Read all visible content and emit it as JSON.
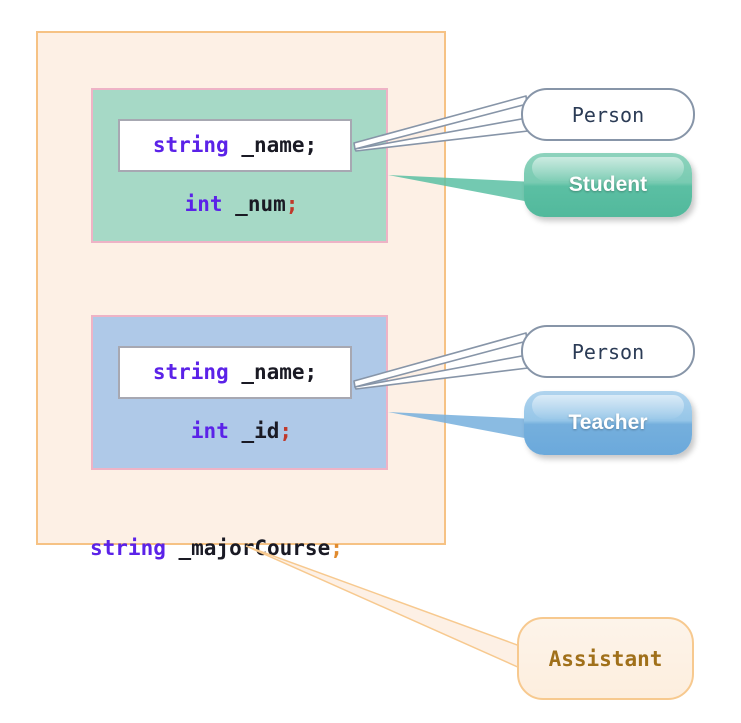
{
  "diagram": {
    "title": "Class composition diagram",
    "outer_class": {
      "name": "Assistant",
      "own_field": {
        "keyword": "string",
        "identifier": " _majorCourse",
        "terminator": ";"
      }
    },
    "members": [
      {
        "id": "student-member",
        "base_class": "Person",
        "derived_class": "Student",
        "inherited_field": {
          "keyword": "string",
          "identifier": " _name",
          "terminator": ";"
        },
        "own_field": {
          "keyword": "int",
          "identifier": " _num",
          "terminator": ";"
        },
        "box_fill": "#a6d9c6",
        "box_border": "#eeb3c6",
        "pill_color": "#5bbfa3"
      },
      {
        "id": "teacher-member",
        "base_class": "Person",
        "derived_class": "Teacher",
        "inherited_field": {
          "keyword": "string",
          "identifier": " _name",
          "terminator": ";"
        },
        "own_field": {
          "keyword": "int",
          "identifier": " _id",
          "terminator": ";"
        },
        "box_fill": "#afc9e8",
        "box_border": "#eeb3c6",
        "pill_color": "#75afdd"
      }
    ],
    "colors": {
      "outer_fill": "#fdf0e5",
      "outer_border": "#f6c284",
      "white_field_fill": "#ffffff",
      "white_field_border": "#a7a8b2",
      "keyword": "#5b22e8",
      "identifier": "#1a1a24",
      "semicolon_red": "#c0392b",
      "semicolon_orange": "#e08a2e",
      "person_border": "#8795a8",
      "person_text": "#2b3b55",
      "assistant_text": "#a0701a",
      "assistant_border": "#f7c98f",
      "connector_gray": "#8795a8"
    }
  }
}
